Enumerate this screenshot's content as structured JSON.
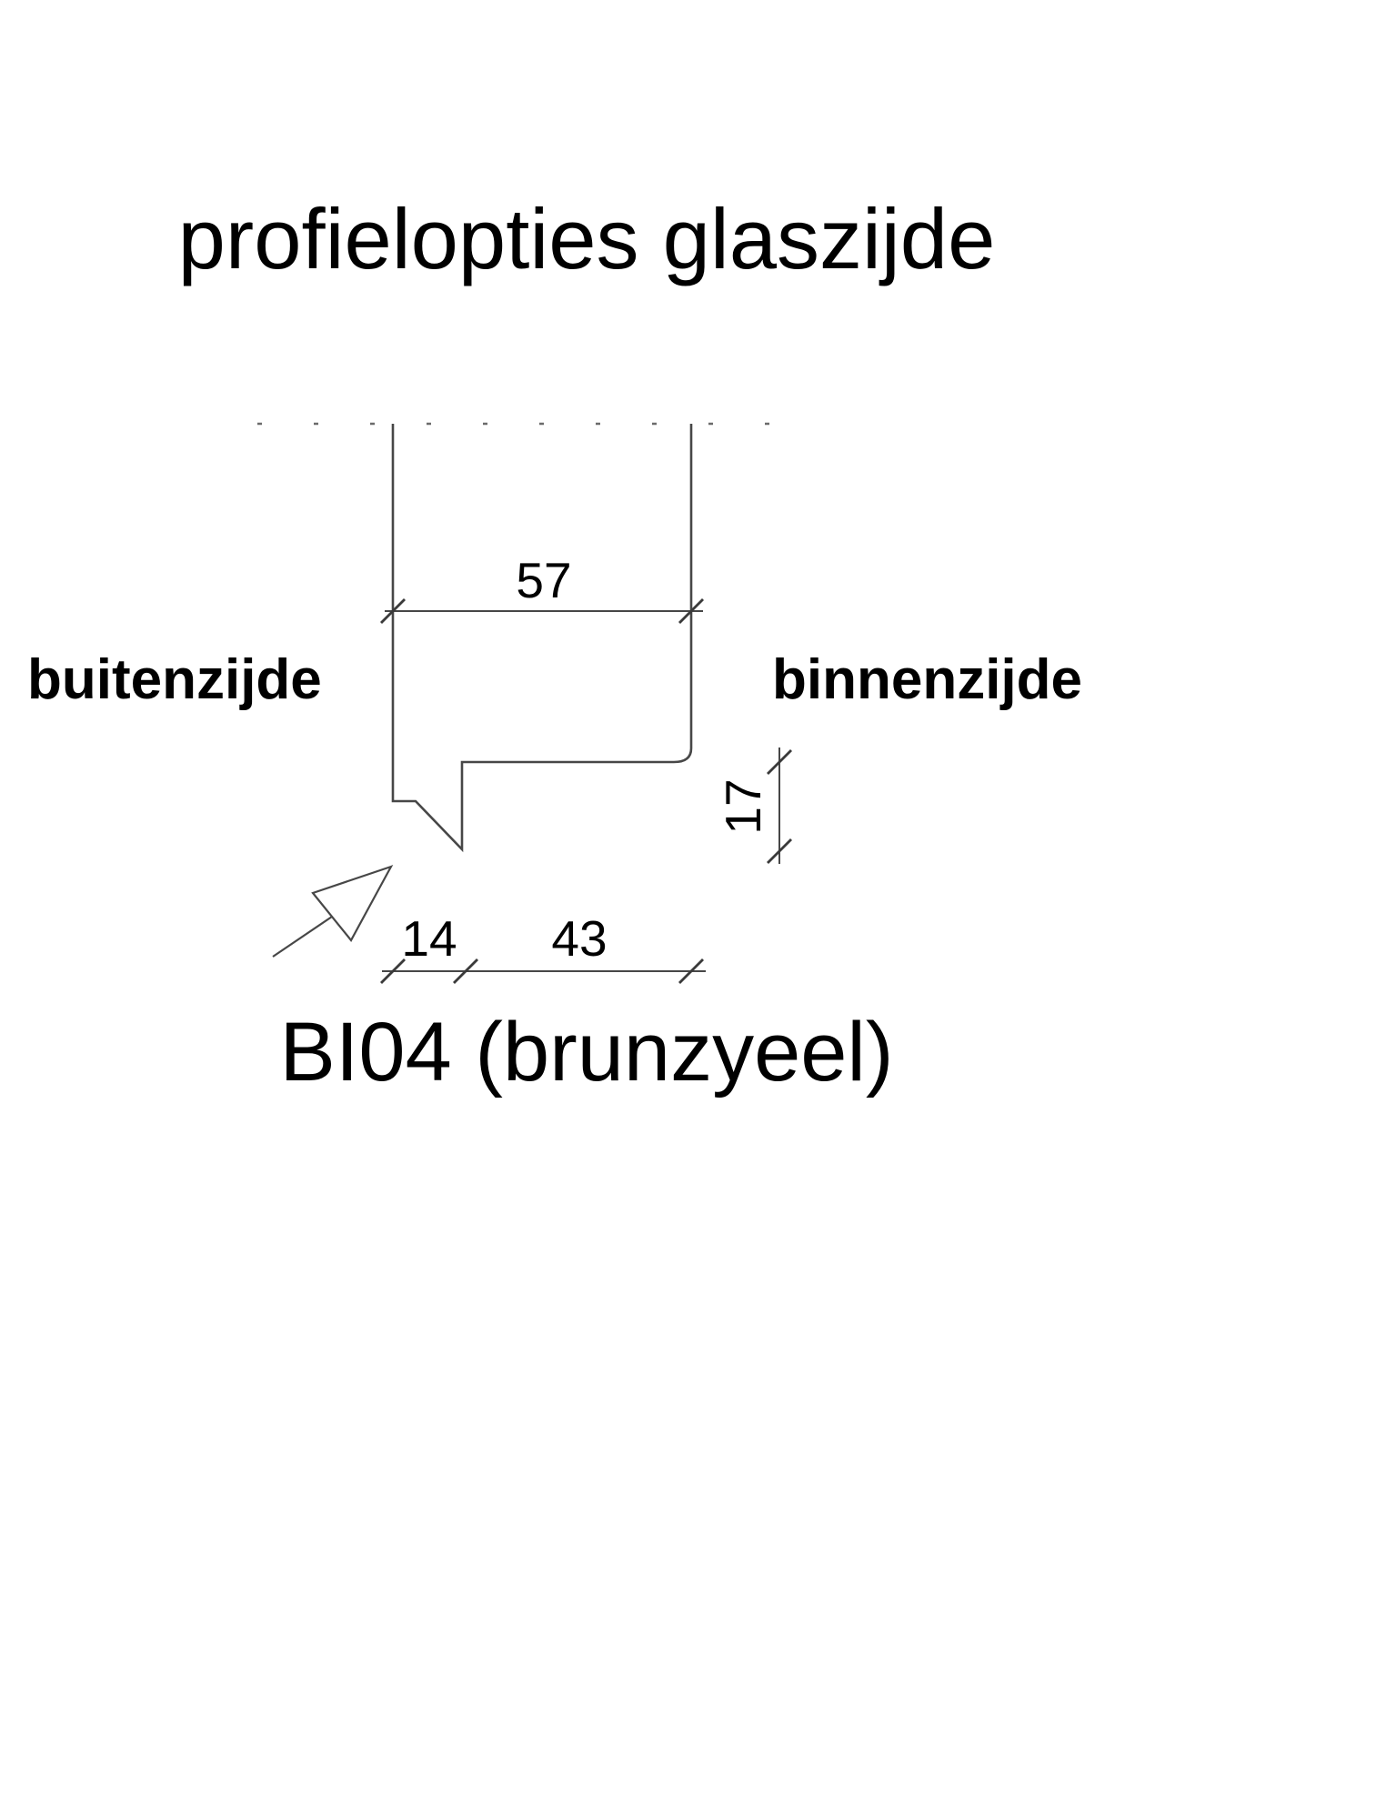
{
  "title": "profielopties glaszijde",
  "side_labels": {
    "left": "buitenzijde",
    "right": "binnenzijde"
  },
  "dimensions": {
    "top_width": "57",
    "right_height": "17",
    "bottom_left": "14",
    "bottom_right": "43"
  },
  "caption": "BI04 (brunzyeel)",
  "colors": {
    "line": "#474747",
    "text": "#000000",
    "background": "#ffffff"
  }
}
